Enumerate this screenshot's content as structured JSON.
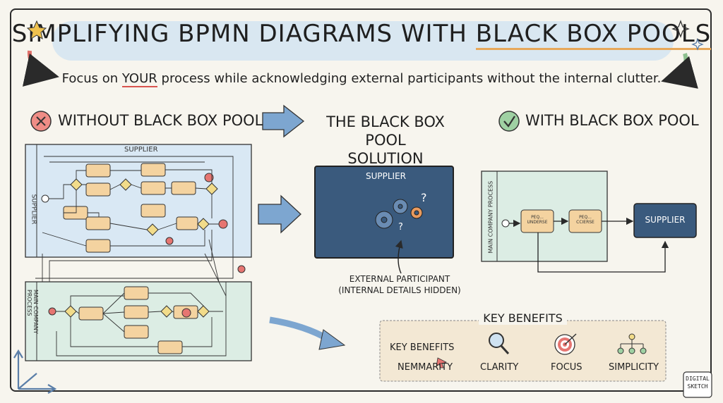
{
  "title": {
    "part1": "SIMPLIFYING BPMN DIAGRAMS WITH ",
    "part2": "BLACK BOX POOLS"
  },
  "subtitle": {
    "before": "Focus on ",
    "emph": "YOUR",
    "after": " process while acknowledging external participants without the internal clutter."
  },
  "sections": {
    "without": "WITHOUT BLACK BOX POOL",
    "solution_line1": "THE BLACK BOX POOL",
    "solution_line2": "SOLUTION",
    "with": "WITH BLACK BOX POOL"
  },
  "left_diagram": {
    "supplier_pool": "SUPPLIER",
    "supplier_lane": "SUPPLIER",
    "company_lane": "MAIN COMPANY PROCESS"
  },
  "black_box": {
    "label": "SUPPLIER",
    "caption_line1": "EXTERNAL PARTICIPANT",
    "caption_line2": "(INTERNAL DETAILS HIDDEN)"
  },
  "right_diagram": {
    "lane_label": "MAIN COMPANY PROCESS",
    "task1": "PEQ...\nUNDERSE",
    "task2": "PEQ...\nCCIERSE",
    "supplier": "SUPPLIER"
  },
  "benefits": {
    "heading": "KEY BENEFITS",
    "sub_heading": "KEY BENEFITS",
    "items": [
      {
        "label": "NEMMARITY",
        "icon": "cursor-icon"
      },
      {
        "label": "CLARITY",
        "icon": "magnifier-icon"
      },
      {
        "label": "FOCUS",
        "icon": "target-icon"
      },
      {
        "label": "SIMPLICITY",
        "icon": "hierarchy-icon"
      }
    ]
  },
  "badge": {
    "line1": "DIGITAL",
    "line2": "SKETCH"
  },
  "colors": {
    "blue_pool": "#d9e8f4",
    "green_pool": "#dcede4",
    "dark_box": "#3a5a7d",
    "task": "#f4d3a0",
    "red": "#d9544f",
    "green": "#5ba36a"
  }
}
